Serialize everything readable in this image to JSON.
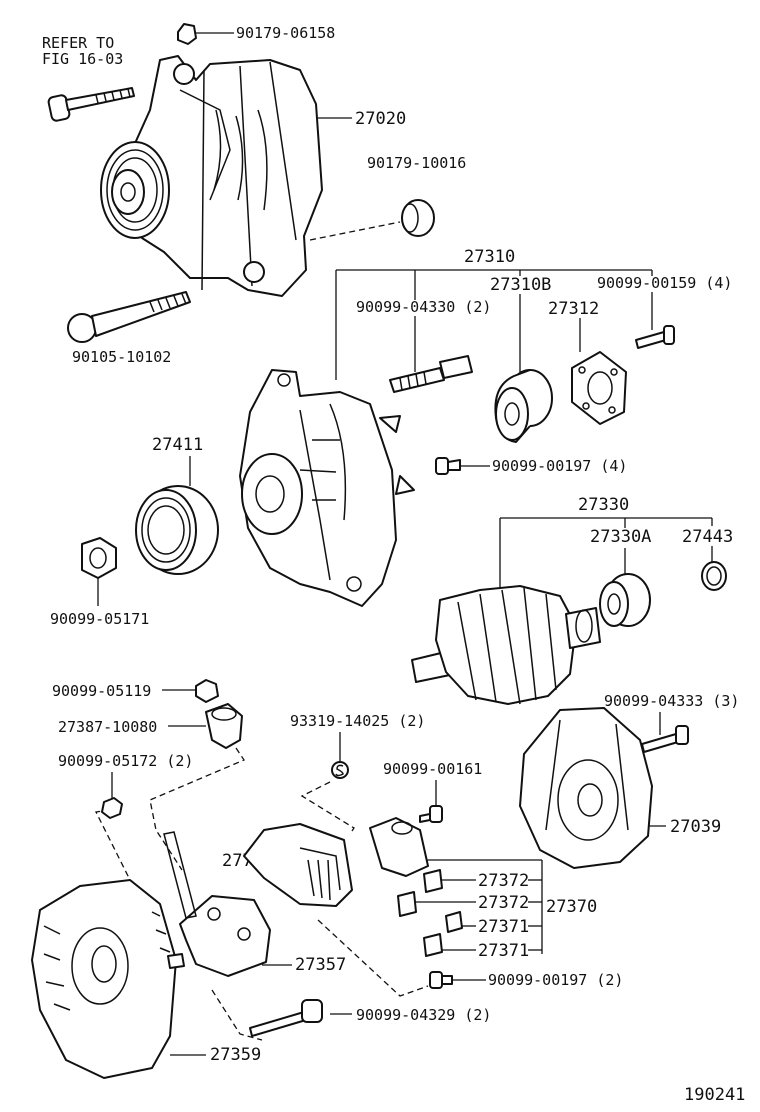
{
  "refer_note": {
    "line1": "REFER TO",
    "line2": "FIG 16-03"
  },
  "figure_number": "190241",
  "labels": {
    "p_90179_06158": "90179-06158",
    "p_27020": "27020",
    "p_90179_10016": "90179-10016",
    "p_27310": "27310",
    "p_90099_04330": "90099-04330 (2)",
    "p_27310B": "27310B",
    "p_90099_00159": "90099-00159 (4)",
    "p_27312": "27312",
    "p_90105_10102": "90105-10102",
    "p_27411": "27411",
    "p_90099_00197_4": "90099-00197 (4)",
    "p_27330": "27330",
    "p_27330A": "27330A",
    "p_27443": "27443",
    "p_90099_05171": "90099-05171",
    "p_90099_05119": "90099-05119",
    "p_27387_10080": "27387-10080",
    "p_93319_14025": "93319-14025 (2)",
    "p_90099_04333": "90099-04333 (3)",
    "p_90099_05172": "90099-05172 (2)",
    "p_90099_00161": "90099-00161",
    "p_27700A": "27700A",
    "p_27039": "27039",
    "p_27372a": "27372",
    "p_27372b": "27372",
    "p_27370": "27370",
    "p_27371a": "27371",
    "p_27371b": "27371",
    "p_27357": "27357",
    "p_90099_00197_2": "90099-00197 (2)",
    "p_90099_04329": "90099-04329 (2)",
    "p_27359": "27359"
  }
}
